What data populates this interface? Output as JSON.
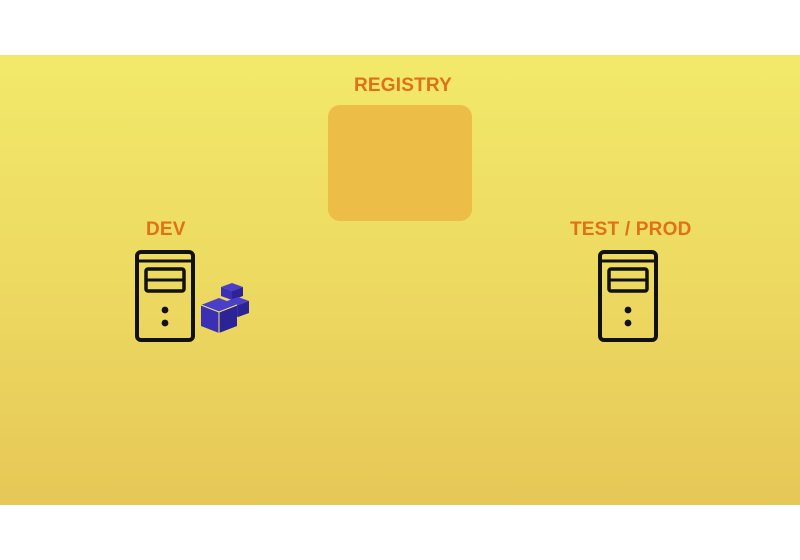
{
  "diagram": {
    "registry": {
      "label": "REGISTRY"
    },
    "dev": {
      "label": "DEV"
    },
    "prod": {
      "label": "TEST / PROD"
    }
  },
  "colors": {
    "label": "#e0701a",
    "registry_box": "#ecbd47",
    "server_stroke": "#111111",
    "container": "#3a2fb5"
  },
  "icons": {
    "dev_server": "server-tower-icon",
    "prod_server": "server-tower-icon",
    "dev_containers": "container-boxes-icon"
  }
}
